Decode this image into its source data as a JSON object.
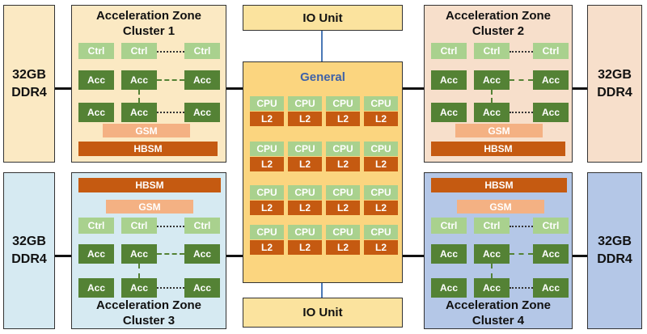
{
  "memory": {
    "top_left": "32GB\nDDR4",
    "bottom_left": "32GB\nDDR4",
    "top_right": "32GB\nDDR4",
    "bottom_right": "32GB\nDDR4"
  },
  "io_units": {
    "top": "IO Unit",
    "bottom": "IO Unit"
  },
  "general": {
    "title": "General",
    "cpu_label": "CPU",
    "cache_label": "L2"
  },
  "clusters": [
    {
      "title": "Acceleration Zone\nCluster 1",
      "ctrl": "Ctrl",
      "acc": "Acc",
      "gsm": "GSM",
      "hbsm": "HBSM",
      "color": "#fbe9c3"
    },
    {
      "title": "Acceleration Zone\nCluster 2",
      "ctrl": "Ctrl",
      "acc": "Acc",
      "gsm": "GSM",
      "hbsm": "HBSM",
      "color": "#f7dfcb"
    },
    {
      "title": "Acceleration Zone\nCluster 3",
      "ctrl": "Ctrl",
      "acc": "Acc",
      "gsm": "GSM",
      "hbsm": "HBSM",
      "color": "#d6eaf2"
    },
    {
      "title": "Acceleration Zone\nCluster 4",
      "ctrl": "Ctrl",
      "acc": "Acc",
      "gsm": "GSM",
      "hbsm": "HBSM",
      "color": "#b4c7e7"
    }
  ],
  "colors": {
    "ddr_top": "#fbe9c3",
    "ddr_cluster2": "#f7dfcb",
    "ddr_cluster3": "#d6eaf2",
    "ddr_cluster4": "#b4c7e7",
    "general_bg": "#fbd57f",
    "io_bg": "#fbe39e",
    "title_blue": "#3f62a8"
  }
}
